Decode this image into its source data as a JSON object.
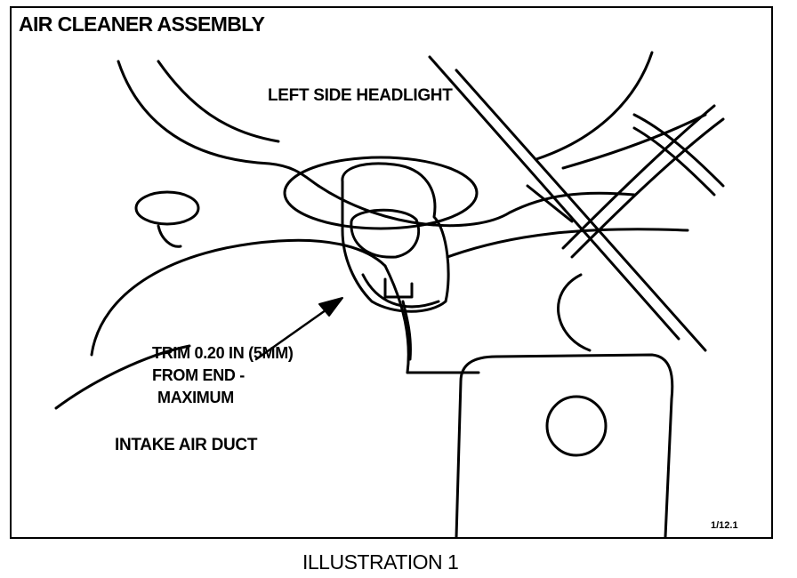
{
  "diagram": {
    "title": "AIR CLEANER ASSEMBLY",
    "labels": {
      "headlight": "LEFT SIDE HEADLIGHT",
      "trim_line1": "TRIM 0.20 IN (5MM)",
      "trim_line2": "FROM END -",
      "trim_line3": "MAXIMUM",
      "duct": "INTAKE AIR DUCT"
    },
    "reference": "1/12.1"
  },
  "caption": "ILLUSTRATION 1"
}
